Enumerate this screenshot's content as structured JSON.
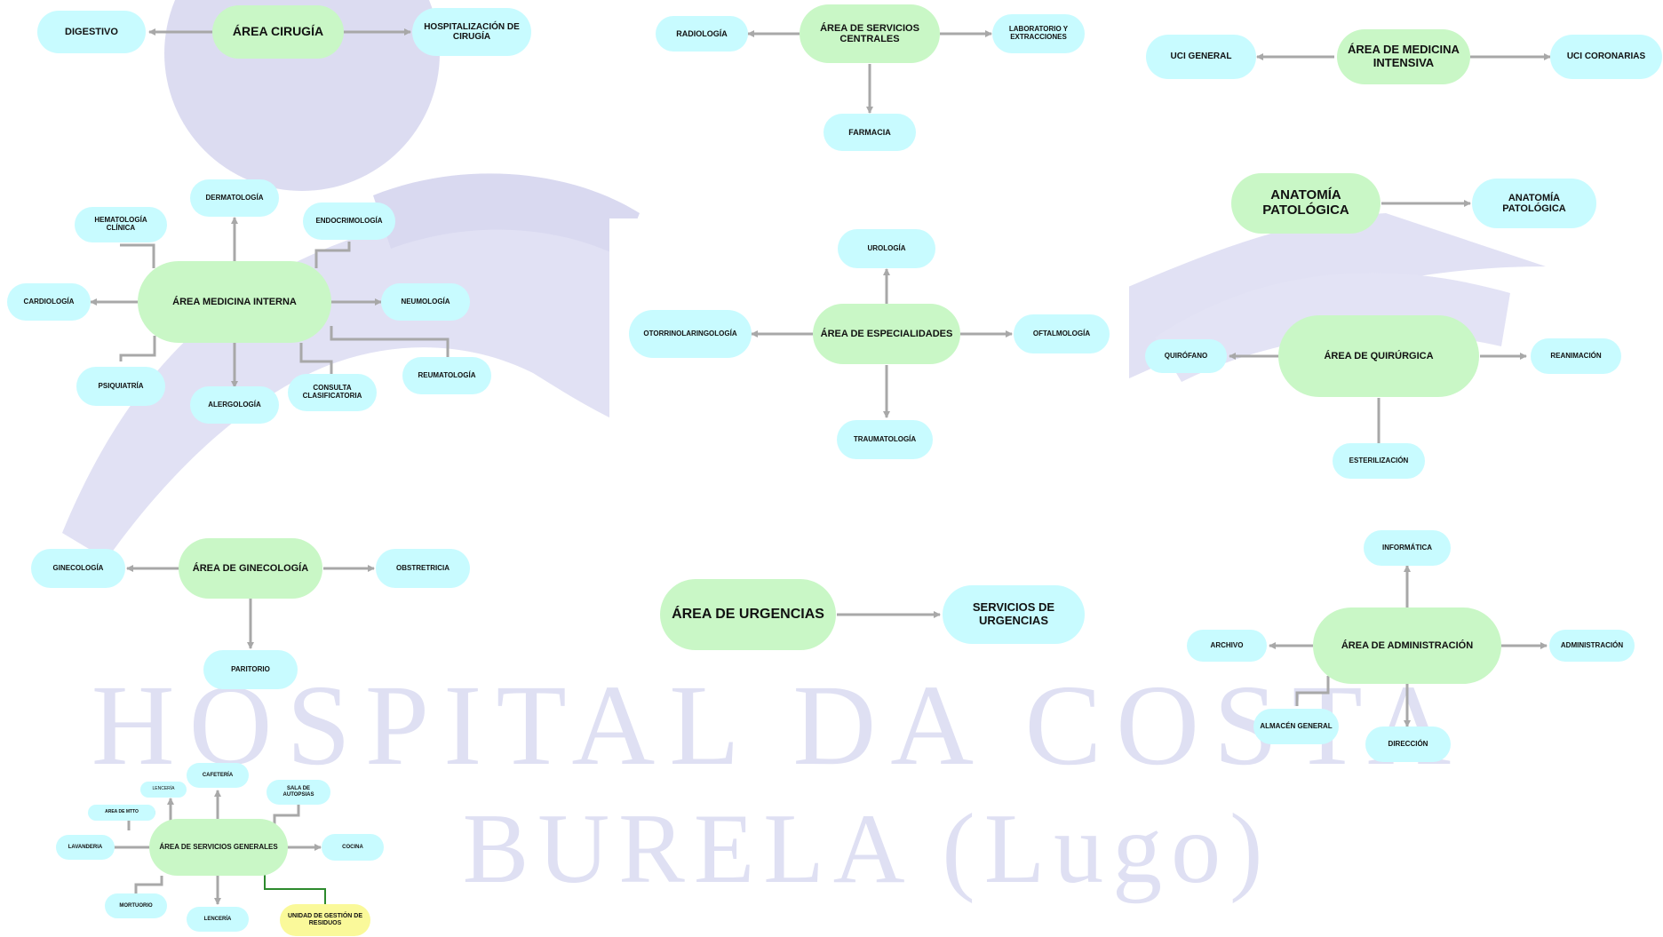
{
  "watermark": {
    "line1": "HOSPITAL DA COSTA",
    "line2": "BURELA (Lugo)"
  },
  "colors": {
    "area_node": "#c9f7c6",
    "service_node": "#c8fbff",
    "waste_node": "#faf99a",
    "connector": "#a8a8a8",
    "connector_green": "#2d8a2d",
    "watermark": "#dfe0f3"
  },
  "cirugia": {
    "center": "ÁREA CIRUGÍA",
    "left": "DIGESTIVO",
    "right": "HOSPITALIZACIÓN DE CIRUGÍA"
  },
  "centrales": {
    "center": "ÁREA DE SERVICIOS CENTRALES",
    "left": "RADIOLOGÍA",
    "right": "LABORATORIO Y EXTRACCIONES",
    "bottom": "FARMACIA"
  },
  "intensiva": {
    "center": "ÁREA DE MEDICINA INTENSIVA",
    "left": "UCI GENERAL",
    "right": "UCI CORONARIAS"
  },
  "medicina": {
    "center": "ÁREA MEDICINA INTERNA",
    "dermatologia": "DERMATOLOGÍA",
    "hematologia": "HEMATOLOGÍA CLÍNICA",
    "endocrinologia": "ENDOCRIMOLOGÍA",
    "cardiologia": "CARDIOLOGÍA",
    "neumologia": "NEUMOLOGÍA",
    "reumatologia": "REUMATOLOGÍA",
    "psiquiatria": "PSIQUIATRÍA",
    "alergologia": "ALERGOLOGÍA",
    "consulta": "CONSULTA CLASIFICATORIA"
  },
  "especialidades": {
    "center": "ÁREA DE ESPECIALIDADES",
    "top": "UROLOGÍA",
    "left": "OTORRINOLARINGOLOGÍA",
    "right": "OFTALMOLOGÍA",
    "bottom": "TRAUMATOLOGÍA"
  },
  "anatomia": {
    "center": "ANATOMÍA PATOLÓGICA",
    "right": "ANATOMÍA PATOLÓGICA"
  },
  "quirurgica": {
    "center": "ÁREA DE QUIRÚRGICA",
    "left": "QUIRÓFANO",
    "right": "REANIMACIÓN",
    "bottom": "ESTERILIZACIÓN"
  },
  "ginecologia": {
    "center": "ÁREA DE GINECOLOGÍA",
    "left": "GINECOLOGÍA",
    "right": "OBSTRETRICIA",
    "bottom": "PARITORIO"
  },
  "urgencias": {
    "center": "ÁREA DE URGENCIAS",
    "right": "SERVICIOS DE URGENCIAS"
  },
  "administracion": {
    "center": "ÁREA DE ADMINISTRACIÓN",
    "top": "INFORMÁTICA",
    "left": "ARCHIVO",
    "right": "ADMINISTRACIÓN",
    "almacen": "ALMACÉN GENERAL",
    "direccion": "DIRECCIÓN"
  },
  "generales": {
    "center": "ÁREA DE SERVICIOS GENERALES",
    "cafeteria": "CAFETERÍA",
    "lenceria_top": "LENCERÍA",
    "mtto": "AREA DE MTTO",
    "autopsias": "SALA DE AUTOPSIAS",
    "lavanderia": "LAVANDERIA",
    "cocina": "COCINA",
    "mortuorio": "MORTUORIO",
    "lenceria_bottom": "LENCERÍA",
    "residuos": "UNIDAD DE GESTIÓN DE RESIDUOS"
  }
}
